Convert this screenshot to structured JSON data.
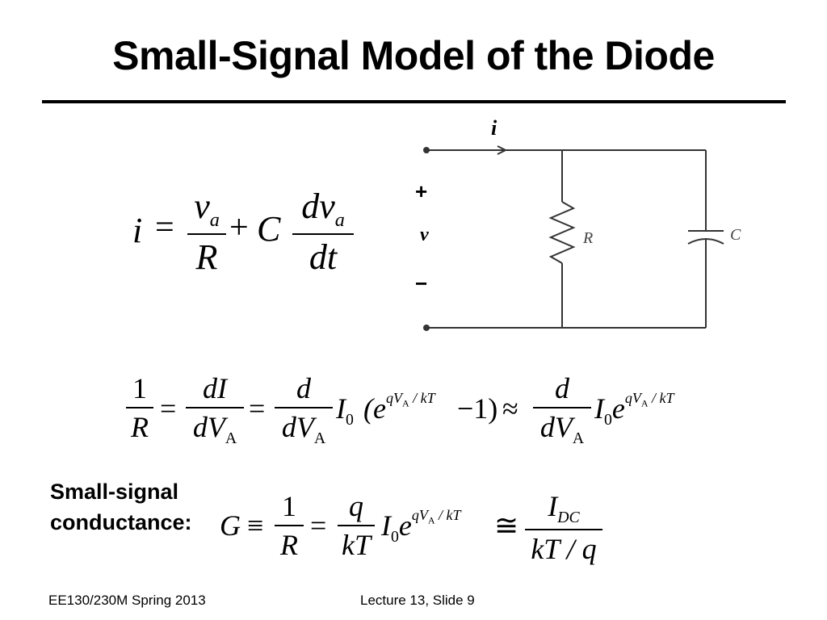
{
  "slide": {
    "title": "Small-Signal Model of the Diode",
    "footer_left": "EE130/230M Spring 2013",
    "footer_center": "Lecture 13, Slide 9"
  },
  "eq1": {
    "lhs": "i",
    "eq": "=",
    "frac1_num": "v",
    "frac1_num_sub": "a",
    "frac1_den": "R",
    "plus": "+",
    "coef": "C",
    "frac2_num": "dv",
    "frac2_num_sub": "a",
    "frac2_den": "dt"
  },
  "circuit": {
    "current_label": "i",
    "plus": "+",
    "voltage_label": "v",
    "minus": "−",
    "resistor_label": "R",
    "capacitor_label": "C"
  },
  "eq2": {
    "f1_num": "1",
    "f1_den": "R",
    "eq": "=",
    "f2_num": "dI",
    "f2_den": "dV",
    "f2_den_sub": "A",
    "f3_num": "d",
    "f3_den": "dV",
    "f3_den_sub": "A",
    "I": "I",
    "I_sub": "0",
    "paren_open": "(e",
    "exp": "qV",
    "exp_sub": "A",
    "exp_tail": " / kT",
    "minus_one": "−1)",
    "approx": "≈",
    "f4_num": "d",
    "f4_den": "dV",
    "f4_den_sub": "A",
    "I2": "I",
    "I2_sub": "0",
    "e2": "e",
    "exp2": "qV",
    "exp2_sub": "A",
    "exp2_tail": " / kT"
  },
  "eq3": {
    "label_line1": "Small-signal",
    "label_line2": "conductance:",
    "G": "G",
    "equiv": "≡",
    "f1_num": "1",
    "f1_den": "R",
    "eq": "=",
    "f2_num": "q",
    "f2_den": "kT",
    "I": "I",
    "I_sub": "0",
    "e": "e",
    "exp": "qV",
    "exp_sub": "A",
    "exp_tail": " / kT",
    "cong": "≅",
    "f3_num": "I",
    "f3_num_sub": "DC",
    "f3_den": "kT / q"
  }
}
